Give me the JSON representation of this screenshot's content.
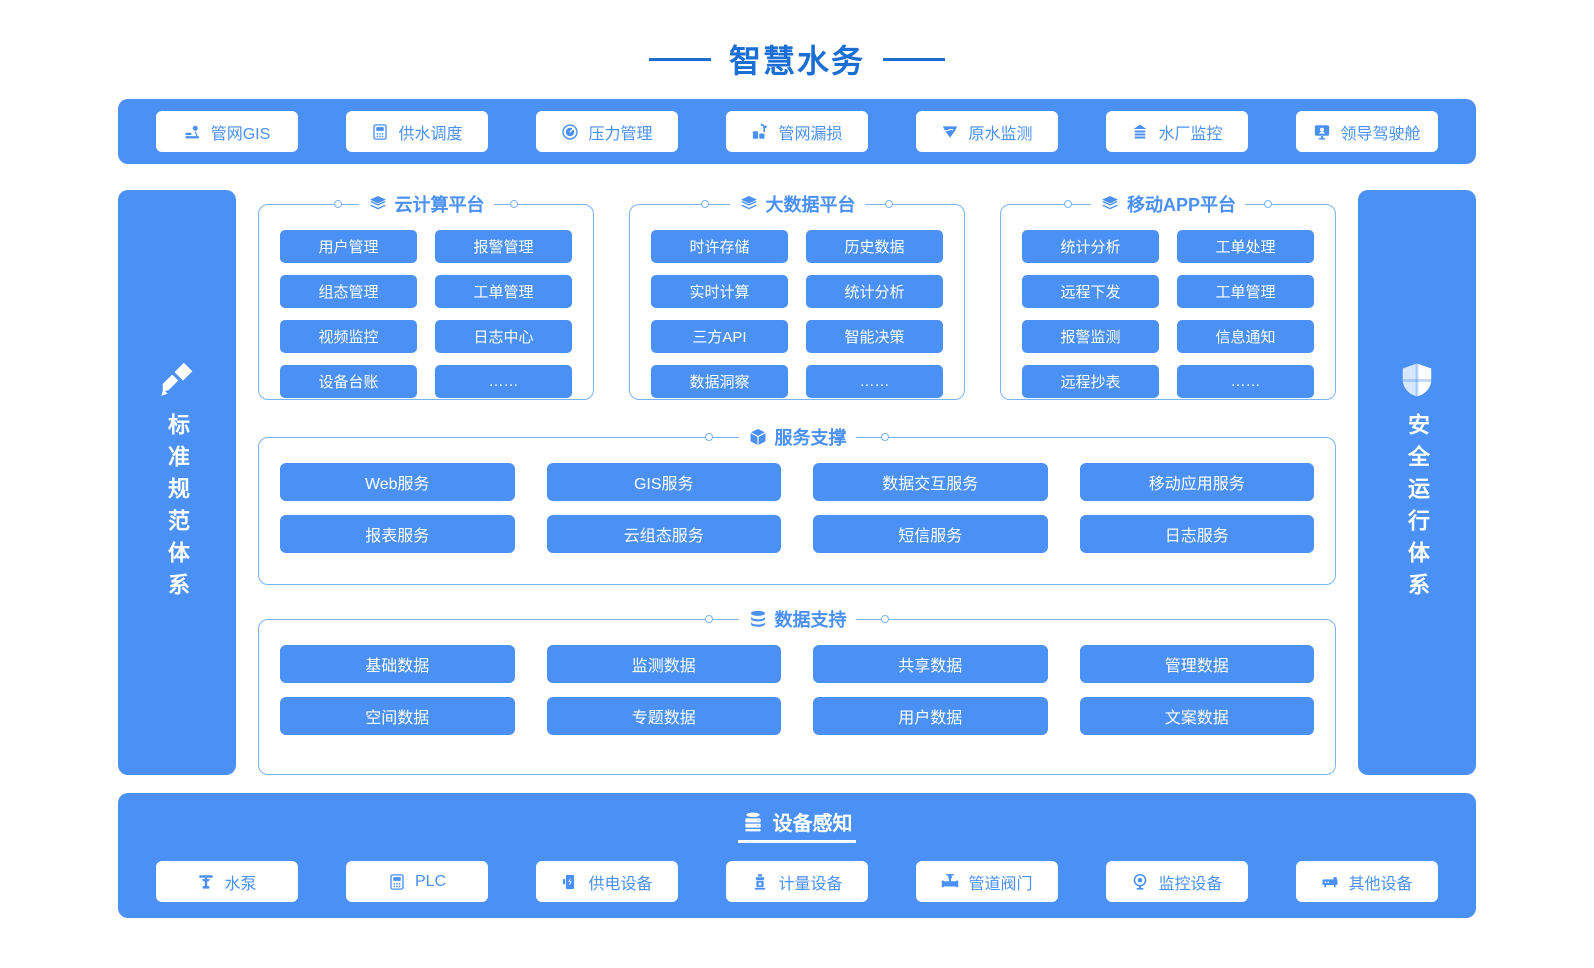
{
  "title": "智慧水务",
  "colors": {
    "title": "#1b6fd4",
    "primary": "#4a90f5",
    "panel_border": "#7cb2f7",
    "chip_text": "#ffffff",
    "background": "#ffffff"
  },
  "topbar": {
    "items": [
      {
        "label": "管网GIS",
        "icon": "map-pin-icon"
      },
      {
        "label": "供水调度",
        "icon": "plc-device-icon"
      },
      {
        "label": "压力管理",
        "icon": "gauge-icon"
      },
      {
        "label": "管网漏损",
        "icon": "pipe-leak-icon"
      },
      {
        "label": "原水监测",
        "icon": "water-wave-icon"
      },
      {
        "label": "水厂监控",
        "icon": "factory-icon"
      },
      {
        "label": "领导驾驶舱",
        "icon": "dashboard-monitor-icon"
      }
    ]
  },
  "left_pillar": {
    "label": "标准规范体系",
    "icon": "ruler-pencil-icon"
  },
  "right_pillar": {
    "label": "安全运行体系",
    "icon": "shield-icon"
  },
  "panels": [
    {
      "id": "cloud",
      "title": "云计算平台",
      "icon": "layers-icon",
      "chips": [
        "用户管理",
        "报警管理",
        "组态管理",
        "工单管理",
        "视频监控",
        "日志中心",
        "设备台账",
        "……"
      ]
    },
    {
      "id": "bigdata",
      "title": "大数据平台",
      "icon": "layers-icon",
      "chips": [
        "时许存储",
        "历史数据",
        "实时计算",
        "统计分析",
        "三方API",
        "智能决策",
        "数据洞察",
        "……"
      ]
    },
    {
      "id": "mobile",
      "title": "移动APP平台",
      "icon": "layers-icon",
      "chips": [
        "统计分析",
        "工单处理",
        "远程下发",
        "工单管理",
        "报警监测",
        "信息通知",
        "远程抄表",
        "……"
      ]
    },
    {
      "id": "service",
      "title": "服务支撑",
      "icon": "cube-icon",
      "chips": [
        "Web服务",
        "GIS服务",
        "数据交互服务",
        "移动应用服务",
        "报表服务",
        "云组态服务",
        "短信服务",
        "日志服务"
      ]
    },
    {
      "id": "data",
      "title": "数据支持",
      "icon": "database-icon",
      "chips": [
        "基础数据",
        "监测数据",
        "共享数据",
        "管理数据",
        "空间数据",
        "专题数据",
        "用户数据",
        "文案数据"
      ]
    }
  ],
  "bottombar": {
    "title": "设备感知",
    "icon": "server-rack-icon",
    "items": [
      {
        "label": "水泵",
        "icon": "water-pump-icon"
      },
      {
        "label": "PLC",
        "icon": "plc-device-icon"
      },
      {
        "label": "供电设备",
        "icon": "power-supply-icon"
      },
      {
        "label": "计量设备",
        "icon": "meter-icon"
      },
      {
        "label": "管道阀门",
        "icon": "valve-icon"
      },
      {
        "label": "监控设备",
        "icon": "camera-icon"
      },
      {
        "label": "其他设备",
        "icon": "other-device-icon"
      }
    ]
  }
}
